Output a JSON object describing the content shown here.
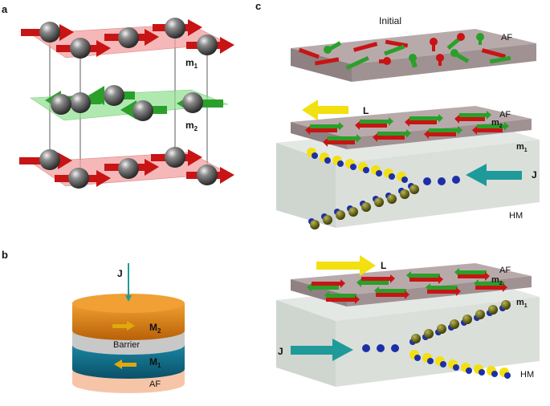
{
  "panels": {
    "a": {
      "label": "a",
      "m1": "m",
      "m1_sub": "1",
      "m2": "m",
      "m2_sub": "2"
    },
    "b": {
      "label": "b",
      "J": "J",
      "M2": "M",
      "M2_sub": "2",
      "barrier": "Barrier",
      "M1": "M",
      "M1_sub": "1",
      "AF": "AF"
    },
    "c": {
      "label": "c",
      "top": {
        "title": "Initial",
        "AF": "AF"
      },
      "mid": {
        "L": "L",
        "AF": "AF",
        "m2": "m",
        "m2_sub": "2",
        "m1": "m",
        "m1_sub": "1",
        "J": "J",
        "HM": "HM"
      },
      "bottom": {
        "L": "L",
        "AF": "AF",
        "m2": "m",
        "m2_sub": "2",
        "m1": "m",
        "m1_sub": "1",
        "J": "J",
        "HM": "HM"
      }
    }
  },
  "colors": {
    "red_arrow": "#c81414",
    "green_arrow": "#2aa02a",
    "atom": "#6e6e6e",
    "red_plane": "#f2a0a0",
    "green_plane": "#8fe08f",
    "AF_slab": "#a39496",
    "HM_slab": "#d4d9d4",
    "yellow": "#f2e010",
    "teal": "#1f9a9a",
    "blue_dot": "#1d2fa8",
    "olive": "#5b5a10",
    "M2_layer": "#d97f12",
    "barrier_layer": "#c8c8c8",
    "M1_layer": "#0f6e86",
    "AF_layer": "#f6c5a8"
  }
}
